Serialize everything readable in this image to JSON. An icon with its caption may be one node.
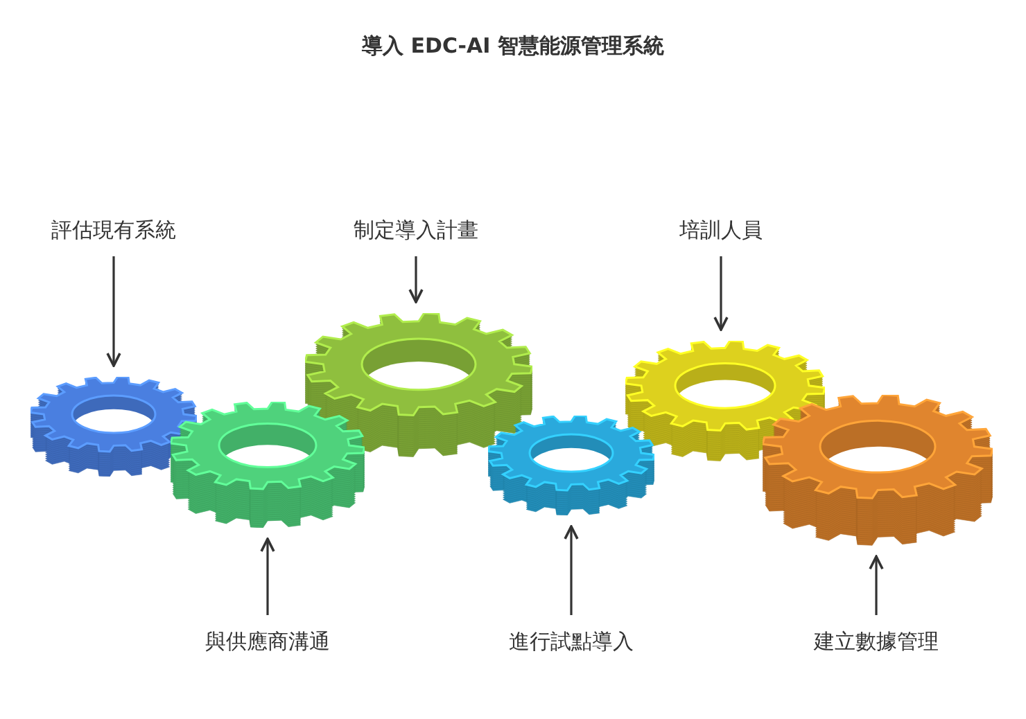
{
  "diagram": {
    "title": "導入 EDC-AI 智慧能源管理系統",
    "nodes": [
      {
        "text": [
          "評估現有系統"
        ]
      },
      {
        "text": [
          "制定導入計畫"
        ]
      },
      {
        "text": [
          "培訓人員"
        ]
      },
      {
        "text": [
          "與供應商溝通"
        ]
      },
      {
        "text": [
          "進行試點導入"
        ]
      },
      {
        "text": [
          "建立數據管理"
        ]
      },
      {
        "text": [],
        "shape": "gear"
      },
      {
        "text": [],
        "shape": "gear"
      },
      {
        "text": [],
        "shape": "gear"
      },
      {
        "text": [],
        "shape": "gear"
      },
      {
        "text": [],
        "shape": "gear"
      },
      {
        "text": [],
        "shape": "gear"
      }
    ],
    "edges": [
      {
        "from": 0,
        "to": 6,
        "arrow": "to"
      },
      {
        "from": 1,
        "to": 8,
        "arrow": "to"
      },
      {
        "from": 2,
        "to": 10,
        "arrow": "to"
      },
      {
        "from": 3,
        "to": 7,
        "arrow": "to"
      },
      {
        "from": 4,
        "to": 9,
        "arrow": "to"
      },
      {
        "from": 5,
        "to": 11,
        "arrow": "to"
      }
    ]
  }
}
